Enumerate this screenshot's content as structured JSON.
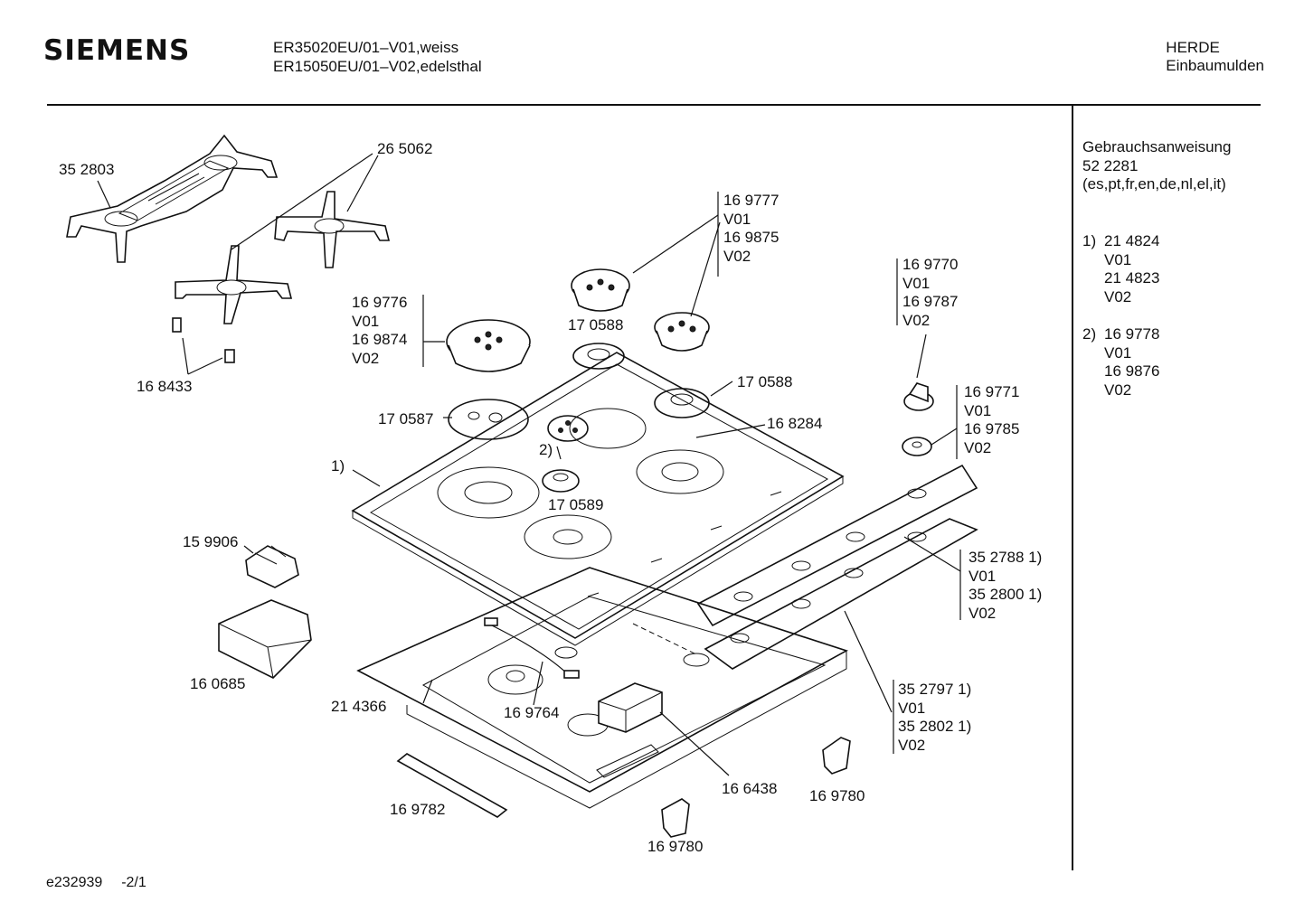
{
  "header": {
    "brand": "SIEMENS",
    "model_line_1": "ER35020EU/01–V01,weiss",
    "model_line_2": "ER15050EU/01–V02,edelsthal",
    "category_line_1": "HERDE",
    "category_line_2": "Einbaumulden"
  },
  "side_notes": {
    "manual_title": "Gebrauchsanweisung",
    "manual_number": "52 2281",
    "manual_languages": "(es,pt,fr,en,de,nl,el,it)",
    "note1_marker": "1)",
    "note1_lines": [
      "21 4824",
      "V01",
      "21 4823",
      "V02"
    ],
    "note2_marker": "2)",
    "note2_lines": [
      "16 9778",
      "V01",
      "16 9876",
      "V02"
    ]
  },
  "labels": {
    "p352803": "35 2803",
    "p265062": "26 5062",
    "p168433": "16 8433",
    "g169777": [
      "16 9777",
      "V01",
      "16 9875",
      "V02"
    ],
    "g169776": [
      "16 9776",
      "V01",
      "16 9874",
      "V02"
    ],
    "g169770": [
      "16 9770",
      "V01",
      "16 9787",
      "V02"
    ],
    "g169771": [
      "16 9771",
      "V01",
      "16 9785",
      "V02"
    ],
    "p170588a": "17 0588",
    "p170588b": "17 0588",
    "p170587": "17 0587",
    "p168284": "16 8284",
    "p2": "2)",
    "p1": "1)",
    "p170589": "17 0589",
    "p159906": "15 9906",
    "p160685": "16 0685",
    "p214366": "21 4366",
    "p169764": "16 9764",
    "p169782": "16 9782",
    "p166438": "16 6438",
    "p169780a": "16 9780",
    "p169780b": "16 9780",
    "g352788": [
      "35 2788 1)",
      "V01",
      "35 2800 1)",
      "V02"
    ],
    "g352797": [
      "35 2797 1)",
      "V01",
      "35 2802 1)",
      "V02"
    ]
  },
  "footer": {
    "drawing_id": "e232939",
    "page": "-2/1"
  }
}
